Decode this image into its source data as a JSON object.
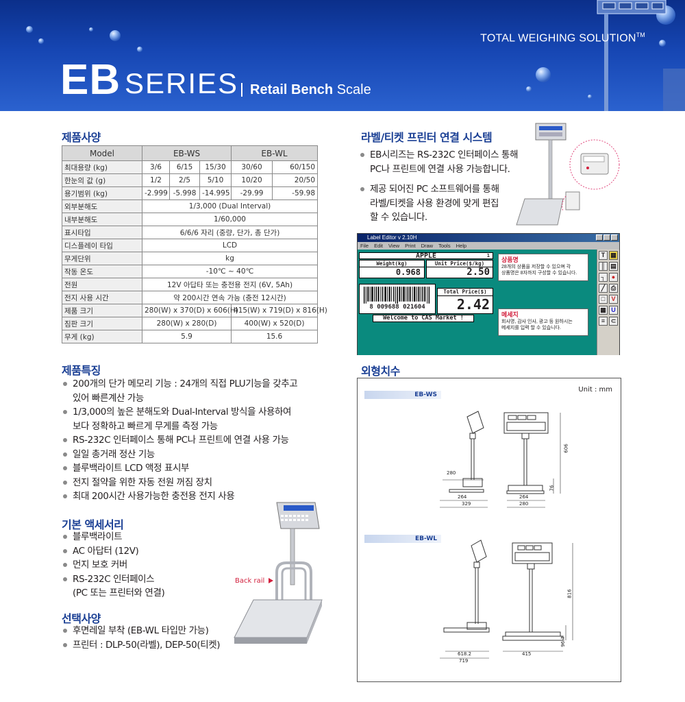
{
  "header": {
    "tagline": "TOTAL WEIGHING SOLUTION",
    "tagline_tm": "TM",
    "title_bold": "EB",
    "title_light": "SERIES",
    "subtitle_bold": "Retail Bench",
    "subtitle_light": "Scale"
  },
  "specs": {
    "title": "제품사양",
    "col_model": "Model",
    "col_ws": "EB-WS",
    "col_wl": "EB-WL",
    "rows": [
      {
        "label": "최대용량 (kg)",
        "v": [
          "3/6",
          "6/15",
          "15/30",
          "30/60",
          "60/150"
        ]
      },
      {
        "label": "한눈의 값 (g)",
        "v": [
          "1/2",
          "2/5",
          "5/10",
          "10/20",
          "20/50"
        ]
      },
      {
        "label": "용기범위 (kg)",
        "v": [
          "-2.999",
          "-5.998",
          "-14.995",
          "-29.99",
          "-59.98"
        ]
      },
      {
        "label": "외부분해도",
        "span": "1/3,000 (Dual Interval)"
      },
      {
        "label": "내부분해도",
        "span": "1/60,000"
      },
      {
        "label": "표시타입",
        "span": "6/6/6 자리 (중량, 단가, 총 단가)"
      },
      {
        "label": "디스플레이 타입",
        "span": "LCD"
      },
      {
        "label": "무게단위",
        "span": "kg"
      },
      {
        "label": "작동 온도",
        "span": "-10℃ ~ 40℃"
      },
      {
        "label": "전원",
        "span": "12V 아답타 또는 충전용 전지 (6V, 5Ah)"
      },
      {
        "label": "전지 사용 시간",
        "span": "약 200시간 연속 가능 (충전 12시간)"
      },
      {
        "label": "제품 크기",
        "ws": "280(W) x 370(D) x 606(H)",
        "wl": "415(W) x 719(D) x 816(H)"
      },
      {
        "label": "짐판 크기",
        "ws": "280(W) x 280(D)",
        "wl": "400(W) x 520(D)"
      },
      {
        "label": "무게 (kg)",
        "ws": "5.9",
        "wl": "15.6"
      }
    ]
  },
  "features": {
    "title": "제품특징",
    "items": [
      "200개의 단가 메모리 기능 : 24개의 직접 PLU기능을 갖추고",
      "있어 빠른계산 가능",
      "1/3,000의 높은 분해도와 Dual-Interval 방식을 사용하여",
      "보다 정확하고 빠르게 무게를 측정 가능",
      "RS-232C 인터페이스 통해 PC나 프린트에 연결 사용 가능",
      "일일 총거래 정산 기능",
      "블루백라이트 LCD 액정 표시부",
      "전지 절약을 위한 자동 전원 꺼짐 장치",
      "최대 200시간 사용가능한 충전용 전지 사용"
    ]
  },
  "accessories": {
    "title": "기본 액세서리",
    "items": [
      "블루백라이트",
      "AC 아답터 (12V)",
      "먼지 보호 커버",
      "RS-232C 인터페이스",
      "(PC 또는 프린터와 연결)"
    ]
  },
  "options": {
    "title": "선택사양",
    "items": [
      "후면레일 부착 (EB-WL 타입만 가능)",
      "프린터 : DLP-50(라벨), DEP-50(티켓)"
    ]
  },
  "back_rail": "Back rail",
  "printer_system": {
    "title": "라벨/티켓 프린터 연결 시스템",
    "items": [
      "EB시리즈는 RS-232C 인터페이스 통해",
      "PC나 프린트에 연결 사용 가능합니다.",
      "제공 되어진 PC 소프트웨어를 통해",
      "라벨/티켓을 사용 환경에 맞게 편집",
      "할 수 있습니다."
    ]
  },
  "label_editor": {
    "window_title": "Label Editor v 2.10H",
    "menu": [
      "File",
      "Edit",
      "View",
      "Print",
      "Draw",
      "Tools",
      "Help"
    ],
    "product": "APPLE",
    "weight_label": "Weight(kg)",
    "unit_price_label": "Unit Price($/kg)",
    "weight_value": "0.968",
    "unit_price_value": "2.50",
    "total_label": "Total Price($)",
    "total_value": "2.42",
    "barcode": "8 009688 021604",
    "welcome": "Welcome to CAS Market !",
    "marker": "1",
    "note1_title": "상품명",
    "note1_lines": [
      "28개의 상품을 저장할 수 있으며 각",
      "상품명은 8자까지 구성할 수 있습니다."
    ],
    "note2_title": "메세지",
    "note2_lines": [
      "회사명, 감사 인사, 광고 등 원하시는",
      "메세지를 입력 할 수 있습니다."
    ]
  },
  "dimensions": {
    "title": "외형치수",
    "unit": "Unit : mm",
    "ws": {
      "tag": "EB-WS",
      "w280": "280",
      "d264a": "264",
      "d329": "329",
      "d264b": "264",
      "d280": "280",
      "h606": "606",
      "h76": "76"
    },
    "wl": {
      "tag": "EB-WL",
      "d618": "618.2",
      "d719": "719",
      "w415": "415",
      "h816": "816",
      "h96": "96.7"
    }
  }
}
